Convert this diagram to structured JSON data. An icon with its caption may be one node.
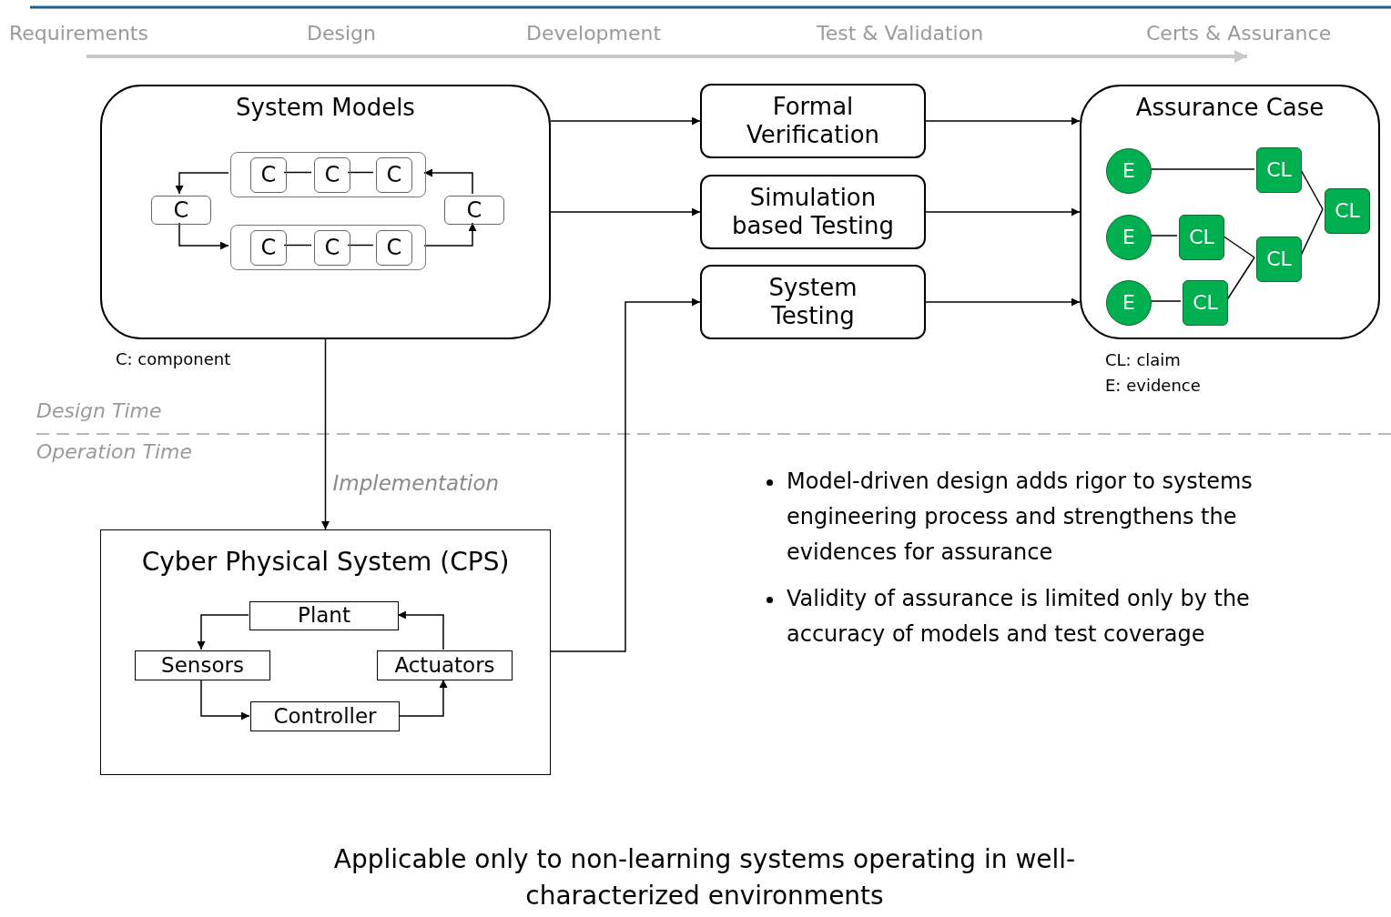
{
  "diagram": {
    "caption": "Applicable only to non-learning systems operating in well-characterized environments",
    "nodes": [
      {
        "text": [
          "System Models"
        ]
      },
      {
        "text": [],
        "shape": "box",
        "in": 0
      },
      {
        "text": [
          "C"
        ],
        "in": 1
      },
      {
        "text": [
          "C"
        ],
        "in": 1
      },
      {
        "text": [
          "C"
        ],
        "in": 1
      },
      {
        "text": [
          "C"
        ],
        "in": 0
      },
      {
        "text": [
          "C"
        ],
        "in": 0
      },
      {
        "text": [],
        "shape": "box",
        "in": 0
      },
      {
        "text": [
          "C"
        ],
        "in": 7
      },
      {
        "text": [
          "C"
        ],
        "in": 7
      },
      {
        "text": [
          "C"
        ],
        "in": 7
      },
      {
        "text": [
          "Formal Verification"
        ]
      },
      {
        "text": [
          "Simulation based Testing"
        ]
      },
      {
        "text": [
          "System Testing"
        ]
      },
      {
        "text": [
          "Assurance Case"
        ]
      },
      {
        "text": [
          "E"
        ],
        "in": 14
      },
      {
        "text": [
          "CL"
        ],
        "in": 14
      },
      {
        "text": [
          "CL"
        ],
        "in": 14
      },
      {
        "text": [
          "E"
        ],
        "in": 14
      },
      {
        "text": [
          "CL"
        ],
        "in": 14
      },
      {
        "text": [
          "CL"
        ],
        "in": 14
      },
      {
        "text": [
          "E"
        ],
        "in": 14
      },
      {
        "text": [
          "CL"
        ],
        "in": 14
      },
      {
        "text": [
          "Cyber Physical System (CPS)"
        ]
      },
      {
        "text": [
          "Plant"
        ],
        "in": 23
      },
      {
        "text": [
          "Sensors"
        ],
        "in": 23
      },
      {
        "text": [
          "Actuators"
        ],
        "in": 23
      },
      {
        "text": [
          "Controller"
        ],
        "in": 23
      }
    ],
    "edges": [
      {
        "from": 1,
        "to": 5,
        "arrow": "to"
      },
      {
        "from": 5,
        "to": 7,
        "arrow": "to"
      },
      {
        "from": 7,
        "to": 6,
        "arrow": "to"
      },
      {
        "from": 6,
        "to": 1,
        "arrow": "to"
      },
      {
        "from": 2,
        "to": 3,
        "arrow": "none"
      },
      {
        "from": 3,
        "to": 4,
        "arrow": "none"
      },
      {
        "from": 8,
        "to": 9,
        "arrow": "none"
      },
      {
        "from": 9,
        "to": 10,
        "arrow": "none"
      },
      {
        "from": 0,
        "to": 11,
        "arrow": "to"
      },
      {
        "from": 0,
        "to": 12,
        "arrow": "to"
      },
      {
        "from": 0,
        "to": 23,
        "arrow": "to",
        "label": "Implementation"
      },
      {
        "from": 23,
        "to": 13,
        "arrow": "to"
      },
      {
        "from": 11,
        "to": 14,
        "arrow": "to"
      },
      {
        "from": 12,
        "to": 14,
        "arrow": "to"
      },
      {
        "from": 13,
        "to": 14,
        "arrow": "to"
      },
      {
        "from": 15,
        "to": 16,
        "arrow": "none"
      },
      {
        "from": 18,
        "to": 19,
        "arrow": "none"
      },
      {
        "from": 21,
        "to": 22,
        "arrow": "none"
      },
      {
        "from": 19,
        "to": 20,
        "arrow": "none"
      },
      {
        "from": 22,
        "to": 20,
        "arrow": "none"
      },
      {
        "from": 16,
        "to": 17,
        "arrow": "none"
      },
      {
        "from": 20,
        "to": 17,
        "arrow": "none"
      },
      {
        "from": 24,
        "to": 25,
        "arrow": "to"
      },
      {
        "from": 25,
        "to": 27,
        "arrow": "to"
      },
      {
        "from": 27,
        "to": 26,
        "arrow": "to"
      },
      {
        "from": 26,
        "to": 24,
        "arrow": "to"
      }
    ],
    "labels": [
      "Requirements",
      "Design",
      "Development",
      "Test & Validation",
      "Certs & Assurance",
      "C: component",
      "CL: claim",
      "E: evidence",
      "Design Time",
      "Operation Time",
      "Model-driven design adds rigor to systems engineering process and strengthens the evidences for assurance",
      "Validity of assurance is limited only by the accuracy of models and test coverage"
    ]
  }
}
